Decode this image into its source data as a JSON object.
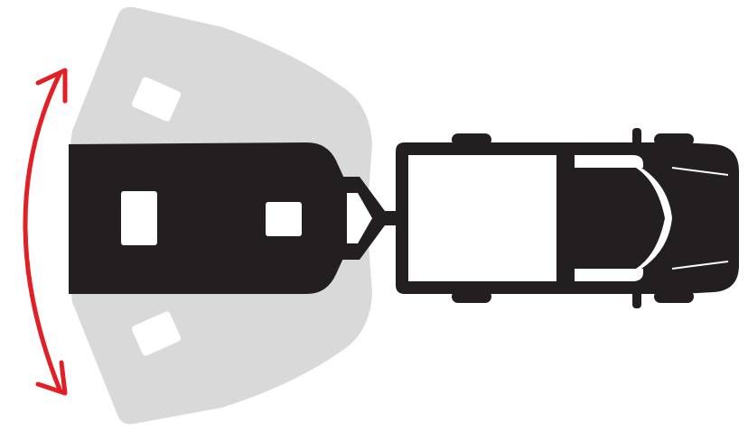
{
  "diagram": {
    "colors": {
      "background": "#ffffff",
      "vehicle": "#231f20",
      "ghost_trailer": "#d9d9da",
      "window": "#ffffff",
      "arrow": "#e31e24"
    },
    "icons": {
      "sway_arrow": "double-headed-curved-arrow",
      "trailer": "caravan-trailer-top-view",
      "ghost_up": "caravan-trailer-swayed-up",
      "ghost_down": "caravan-trailer-swayed-down",
      "hitch": "tow-hitch-drawbar",
      "vehicle": "pickup-truck-top-view"
    }
  }
}
